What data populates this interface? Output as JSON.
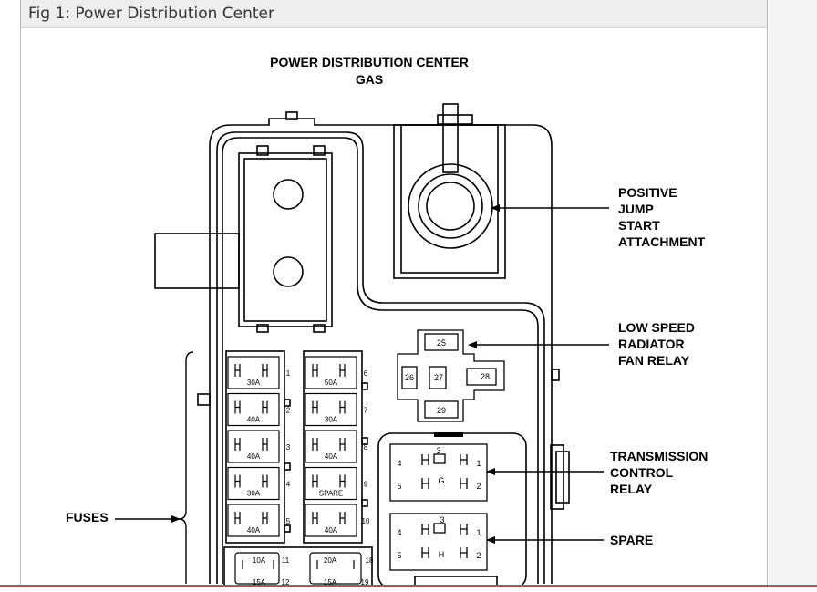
{
  "window": {
    "title": "Fig 1: Power Distribution Center"
  },
  "diagram": {
    "heading_line1": "POWER DISTRIBUTION CENTER",
    "heading_line2": "GAS",
    "callouts": {
      "jump_start": [
        "POSITIVE",
        "JUMP",
        "START",
        "ATTACHMENT"
      ],
      "fan_relay": [
        "LOW SPEED",
        "RADIATOR",
        "FAN RELAY"
      ],
      "tcr": [
        "TRANSMISSION",
        "CONTROL",
        "RELAY"
      ],
      "spare": [
        "SPARE"
      ],
      "fuses": "FUSES"
    },
    "relay_top": {
      "t25": "25",
      "t26": "26",
      "t27": "27",
      "t28": "28",
      "t29": "29"
    },
    "relay_g": {
      "letter": "G",
      "p1": "1",
      "p2": "2",
      "p3": "3",
      "p4": "4",
      "p5": "5"
    },
    "relay_h": {
      "letter": "H",
      "p1": "1",
      "p2": "2",
      "p3": "3",
      "p4": "4",
      "p5": "5"
    },
    "fuses_left": [
      {
        "rating": "30A",
        "num": "1"
      },
      {
        "rating": "40A",
        "num": "2"
      },
      {
        "rating": "40A",
        "num": "3"
      },
      {
        "rating": "30A",
        "num": "4"
      },
      {
        "rating": "40A",
        "num": "5"
      }
    ],
    "fuses_right": [
      {
        "rating": "50A",
        "num": "6"
      },
      {
        "rating": "30A",
        "num": "7"
      },
      {
        "rating": "40A",
        "num": "8"
      },
      {
        "rating": "SPARE",
        "num": "9"
      },
      {
        "rating": "40A",
        "num": "10"
      }
    ],
    "mini_fuses": {
      "a_top": "10A",
      "a_top_num": "11",
      "a_bot": "15A",
      "a_bot_num": "12",
      "b_top": "20A",
      "b_top_num": "18",
      "b_bot": "15A",
      "b_bot_num": "19"
    }
  }
}
